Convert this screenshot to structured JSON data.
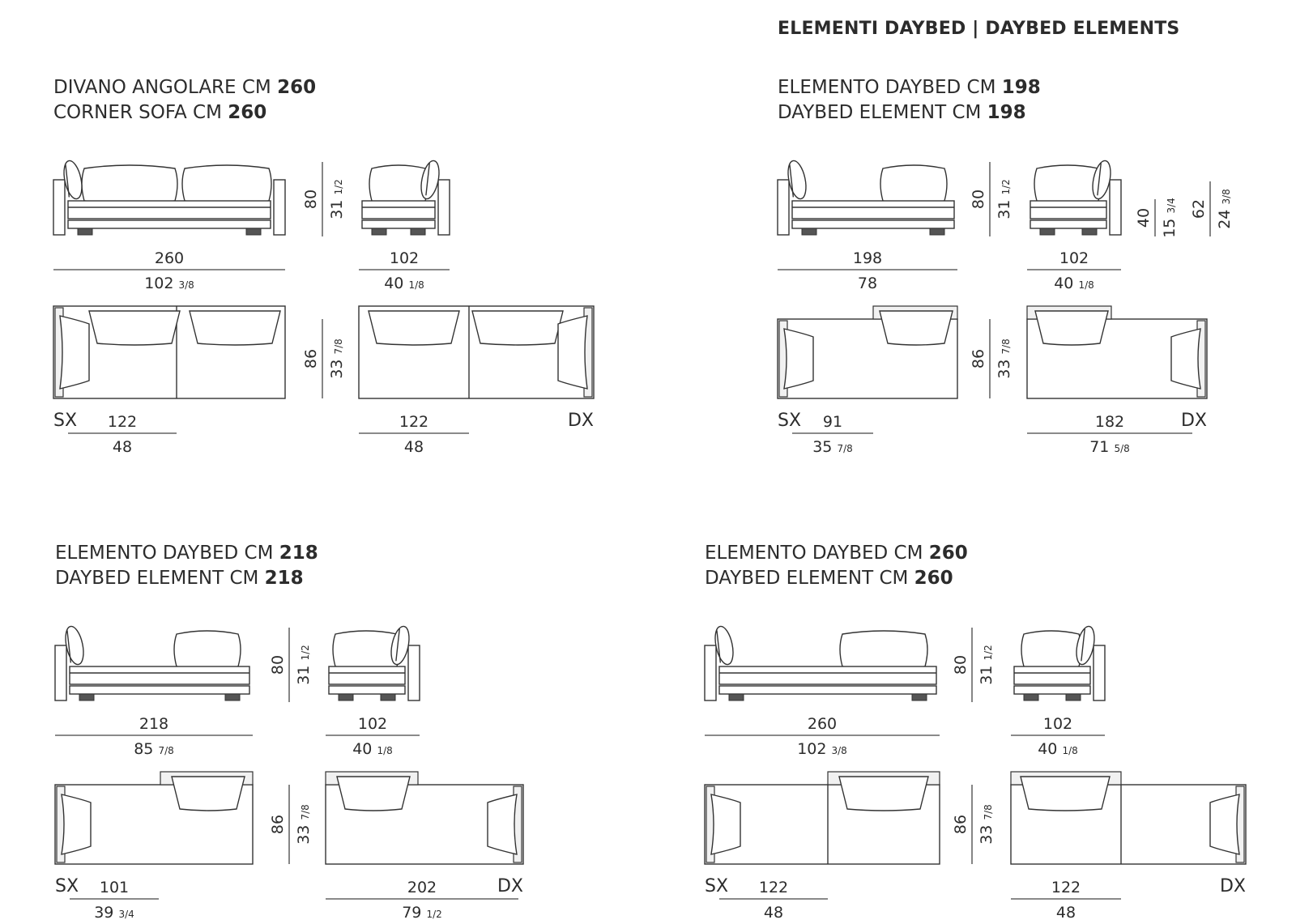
{
  "heading": "ELEMENTI DAYBED | DAYBED ELEMENTS",
  "panels": [
    {
      "title_it_prefix": "DIVANO ANGOLARE CM ",
      "title_it_bold": "260",
      "title_en_prefix": "CORNER SOFA CM ",
      "title_en_bold": "260",
      "front_width_cm": "260",
      "front_width_in": "102",
      "front_width_in_frac": "3/8",
      "side_width_cm": "102",
      "side_width_in": "40",
      "side_width_in_frac": "1/8",
      "height_cm": "80",
      "height_in": "31",
      "height_in_frac": "1/2",
      "depth_cm": "86",
      "depth_in": "33",
      "depth_in_frac": "7/8",
      "left_label": "SX",
      "right_label": "DX",
      "left_width_cm": "122",
      "left_width_in": "48",
      "left_width_in_frac": "",
      "right_width_cm": "122",
      "right_width_in": "48",
      "right_width_in_frac": ""
    },
    {
      "title_it_prefix": "ELEMENTO DAYBED CM ",
      "title_it_bold": "198",
      "title_en_prefix": "DAYBED ELEMENT CM ",
      "title_en_bold": "198",
      "front_width_cm": "198",
      "front_width_in": "78",
      "front_width_in_frac": "",
      "side_width_cm": "102",
      "side_width_in": "40",
      "side_width_in_frac": "1/8",
      "height_cm": "80",
      "height_in": "31",
      "height_in_frac": "1/2",
      "seat_height_cm": "40",
      "seat_height_in": "15",
      "seat_height_in_frac": "3/4",
      "arm_height_cm": "62",
      "arm_height_in": "24",
      "arm_height_in_frac": "3/8",
      "depth_cm": "86",
      "depth_in": "33",
      "depth_in_frac": "7/8",
      "left_label": "SX",
      "right_label": "DX",
      "left_width_cm": "91",
      "left_width_in": "35",
      "left_width_in_frac": "7/8",
      "right_width_cm": "182",
      "right_width_in": "71",
      "right_width_in_frac": "5/8"
    },
    {
      "title_it_prefix": "ELEMENTO DAYBED CM ",
      "title_it_bold": "218",
      "title_en_prefix": "DAYBED ELEMENT CM ",
      "title_en_bold": "218",
      "front_width_cm": "218",
      "front_width_in": "85",
      "front_width_in_frac": "7/8",
      "side_width_cm": "102",
      "side_width_in": "40",
      "side_width_in_frac": "1/8",
      "height_cm": "80",
      "height_in": "31",
      "height_in_frac": "1/2",
      "depth_cm": "86",
      "depth_in": "33",
      "depth_in_frac": "7/8",
      "left_label": "SX",
      "right_label": "DX",
      "left_width_cm": "101",
      "left_width_in": "39",
      "left_width_in_frac": "3/4",
      "right_width_cm": "202",
      "right_width_in": "79",
      "right_width_in_frac": "1/2"
    },
    {
      "title_it_prefix": "ELEMENTO DAYBED CM ",
      "title_it_bold": "260",
      "title_en_prefix": "DAYBED ELEMENT CM ",
      "title_en_bold": "260",
      "front_width_cm": "260",
      "front_width_in": "102",
      "front_width_in_frac": "3/8",
      "side_width_cm": "102",
      "side_width_in": "40",
      "side_width_in_frac": "1/8",
      "height_cm": "80",
      "height_in": "31",
      "height_in_frac": "1/2",
      "depth_cm": "86",
      "depth_in": "33",
      "depth_in_frac": "7/8",
      "left_label": "SX",
      "right_label": "DX",
      "left_width_cm": "122",
      "left_width_in": "48",
      "left_width_in_frac": "",
      "right_width_cm": "122",
      "right_width_in": "48",
      "right_width_in_frac": ""
    }
  ]
}
